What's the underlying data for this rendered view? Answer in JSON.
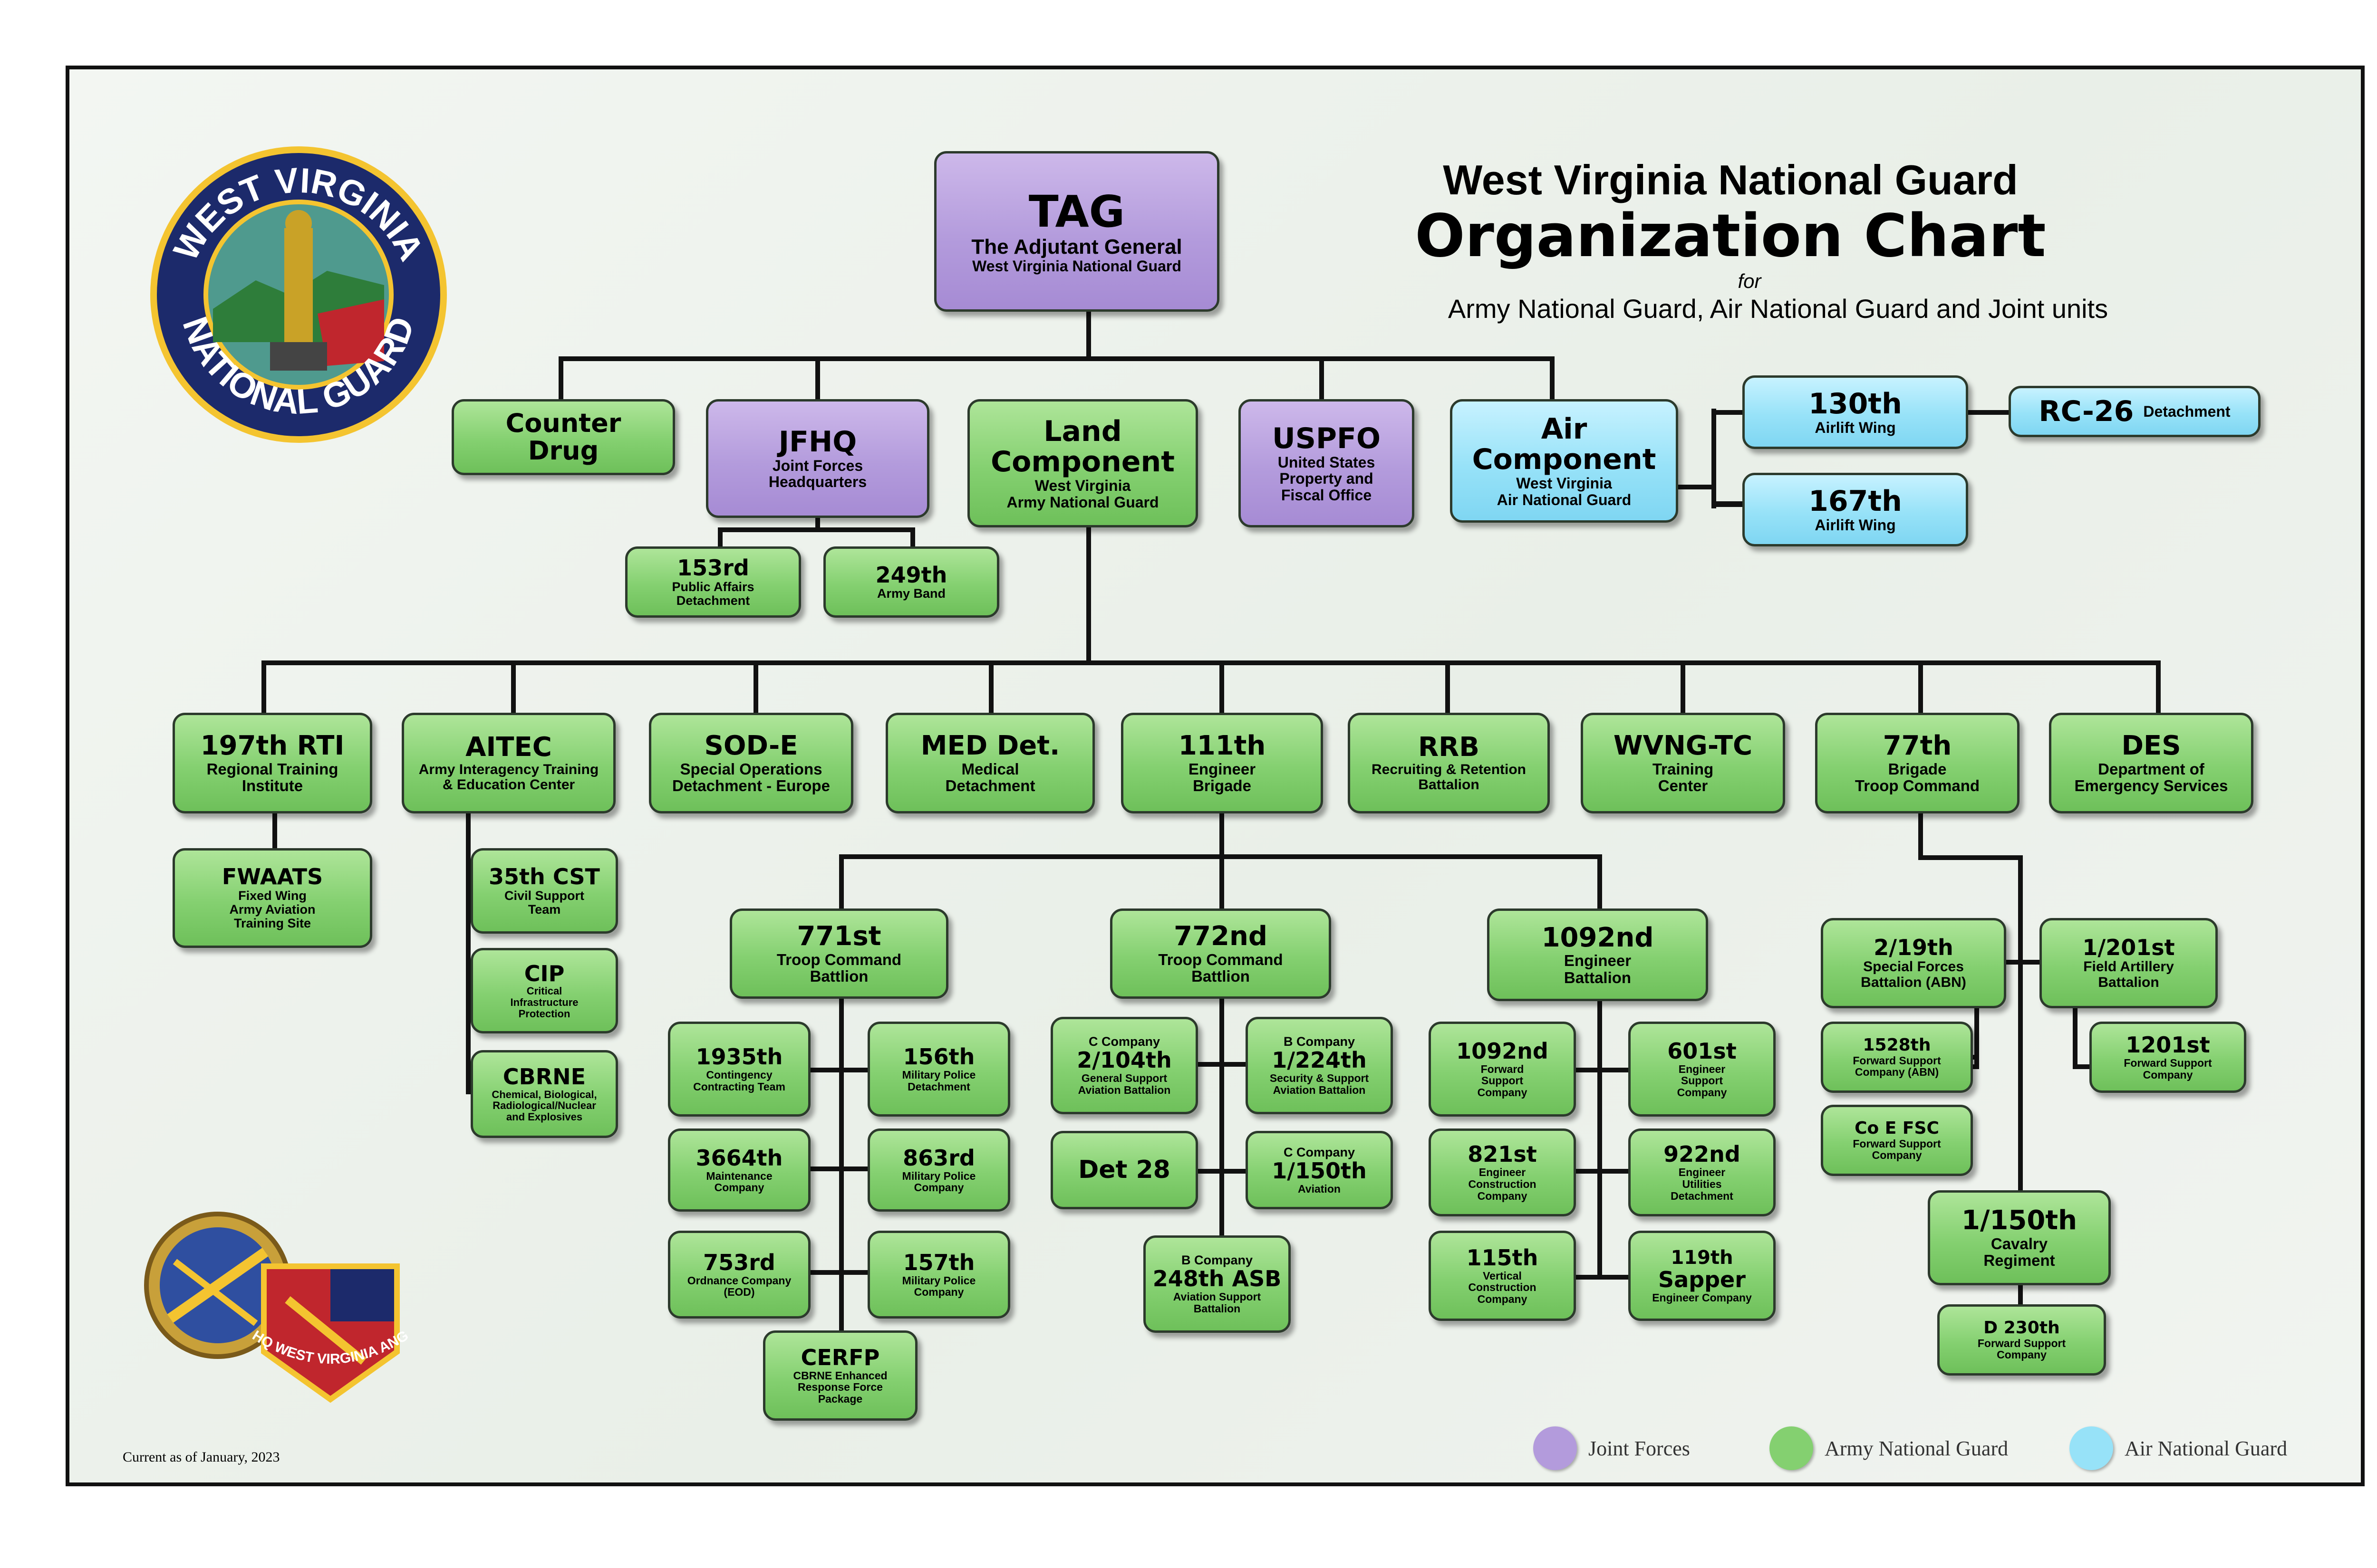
{
  "title": {
    "line1": "West Virginia National Guard",
    "line2": "Organization Chart",
    "line3": "for",
    "line4": "Army National Guard, Air National Guard and Joint units"
  },
  "seal": {
    "top_text": "WEST VIRGINIA",
    "bottom_text": "NATIONAL GUARD"
  },
  "patch_text": "HQ WEST VIRGINIA ANG",
  "date_note": "Current as of January, 2023",
  "colors": {
    "joint": "#b39bdc",
    "army": "#84d070",
    "air": "#97e2f8",
    "line": "#111111"
  },
  "legend": [
    {
      "label": "Joint Forces",
      "color": "#b39bdc"
    },
    {
      "label": "Army National Guard",
      "color": "#84d070"
    },
    {
      "label": "Air National Guard",
      "color": "#97e2f8"
    }
  ],
  "units": {
    "tag": {
      "t": "TAG",
      "s1": "The Adjutant General",
      "s2": "West Virginia National Guard"
    },
    "counterdrug": {
      "t1": "Counter",
      "t2": "Drug"
    },
    "jfhq": {
      "t": "JFHQ",
      "s1": "Joint Forces",
      "s2": "Headquarters"
    },
    "land": {
      "t1": "Land",
      "t2": "Component",
      "s1": "West Virginia",
      "s2": "Army National Guard"
    },
    "uspfo": {
      "t": "USPFO",
      "s1": "United States",
      "s2": "Property and",
      "s3": "Fiscal Office"
    },
    "air": {
      "t1": "Air",
      "t2": "Component",
      "s1": "West Virginia",
      "s2": "Air National Guard"
    },
    "w130": {
      "t": "130th",
      "s1": "Airlift Wing"
    },
    "w167": {
      "t": "167th",
      "s1": "Airlift Wing"
    },
    "rc26": {
      "t": "RC-26",
      "s1": "Detachment"
    },
    "pad153": {
      "t": "153rd",
      "s1": "Public Affairs",
      "s2": "Detachment"
    },
    "band249": {
      "t": "249th",
      "s1": "Army Band"
    },
    "rti197": {
      "t": "197th RTI",
      "s1": "Regional Training",
      "s2": "Institute"
    },
    "aitec": {
      "t": "AITEC",
      "s1": "Army Interagency Training",
      "s2": "& Education Center"
    },
    "sode": {
      "t": "SOD-E",
      "s1": "Special Operations",
      "s2": "Detachment - Europe"
    },
    "med": {
      "t": "MED Det.",
      "s1": "Medical",
      "s2": "Detachment"
    },
    "eng111": {
      "t": "111th",
      "s1": "Engineer",
      "s2": "Brigade"
    },
    "rrb": {
      "t": "RRB",
      "s1": "Recruiting & Retention",
      "s2": "Battalion"
    },
    "wvngtc": {
      "t": "WVNG-TC",
      "s1": "Training",
      "s2": "Center"
    },
    "btc77": {
      "t": "77th",
      "s1": "Brigade",
      "s2": "Troop Command"
    },
    "des": {
      "t": "DES",
      "s1": "Department of",
      "s2": "Emergency Services"
    },
    "fwaats": {
      "t": "FWAATS",
      "s1": "Fixed Wing",
      "s2": "Army Aviation",
      "s3": "Training Site"
    },
    "cst35": {
      "t": "35th CST",
      "s1": "Civil Support",
      "s2": "Team"
    },
    "cip": {
      "t": "CIP",
      "s1": "Critical",
      "s2": "Infrastructure",
      "s3": "Protection"
    },
    "cbrne": {
      "t": "CBRNE",
      "s1": "Chemical, Biological,",
      "s2": "Radiological/Nuclear",
      "s3": "and Explosives"
    },
    "tc771": {
      "t": "771st",
      "s1": "Troop Command",
      "s2": "Battlion"
    },
    "tc772": {
      "t": "772nd",
      "s1": "Troop Command",
      "s2": "Battlion"
    },
    "eb1092": {
      "t": "1092nd",
      "s1": "Engineer",
      "s2": "Battalion"
    },
    "cct1935": {
      "t": "1935th",
      "s1": "Contingency",
      "s2": "Contracting Team"
    },
    "mpd156": {
      "t": "156th",
      "s1": "Military Police",
      "s2": "Detachment"
    },
    "mc3664": {
      "t": "3664th",
      "s1": "Maintenance",
      "s2": "Company"
    },
    "mpc863": {
      "t": "863rd",
      "s1": "Military Police",
      "s2": "Company"
    },
    "oc753": {
      "t": "753rd",
      "s1": "Ordnance Company",
      "s2": "(EOD)"
    },
    "mpc157": {
      "t": "157th",
      "s1": "Military Police",
      "s2": "Company"
    },
    "cerfp": {
      "t": "CERFP",
      "s1": "CBRNE Enhanced",
      "s2": "Response Force",
      "s3": "Package"
    },
    "c2104": {
      "pre": "C Company",
      "t": "2/104th",
      "s1": "General Support",
      "s2": "Aviation Battalion"
    },
    "b1224": {
      "pre": "B Company",
      "t": "1/224th",
      "s1": "Security & Support",
      "s2": "Aviation Battalion"
    },
    "det28": {
      "t": "Det 28"
    },
    "c1150": {
      "pre": "C Company",
      "t": "1/150th",
      "s1": "Aviation"
    },
    "asb248": {
      "pre": "B Company",
      "t": "248th ASB",
      "s1": "Aviation Support",
      "s2": "Battalion"
    },
    "fsc1092": {
      "t": "1092nd",
      "s1": "Forward",
      "s2": "Support",
      "s3": "Company"
    },
    "esc601": {
      "t": "601st",
      "s1": "Engineer",
      "s2": "Support",
      "s3": "Company"
    },
    "ecc821": {
      "t": "821st",
      "s1": "Engineer",
      "s2": "Construction",
      "s3": "Company"
    },
    "eud922": {
      "t": "922nd",
      "s1": "Engineer",
      "s2": "Utilities",
      "s3": "Detachment"
    },
    "vcc115": {
      "t": "115th",
      "s1": "Vertical",
      "s2": "Construction",
      "s3": "Company"
    },
    "sap119": {
      "t": "119th",
      "s1": "Sapper",
      "s2": "Engineer Company"
    },
    "sf219": {
      "t": "2/19th",
      "s1": "Special Forces",
      "s2": "Battalion (ABN)"
    },
    "fa1201": {
      "t": "1/201st",
      "s1": "Field Artillery",
      "s2": "Battalion"
    },
    "fsc1528": {
      "t": "1528th",
      "s1": "Forward Support",
      "s2": "Company (ABN)"
    },
    "coefsc": {
      "t": "Co E FSC",
      "s1": "Forward Support",
      "s2": "Company"
    },
    "fsc1201": {
      "t": "1201st",
      "s1": "Forward Support",
      "s2": "Company"
    },
    "cav1150": {
      "t": "1/150th",
      "s1": "Cavalry",
      "s2": "Regiment"
    },
    "d230": {
      "t": "D 230th",
      "s1": "Forward Support",
      "s2": "Company"
    }
  }
}
